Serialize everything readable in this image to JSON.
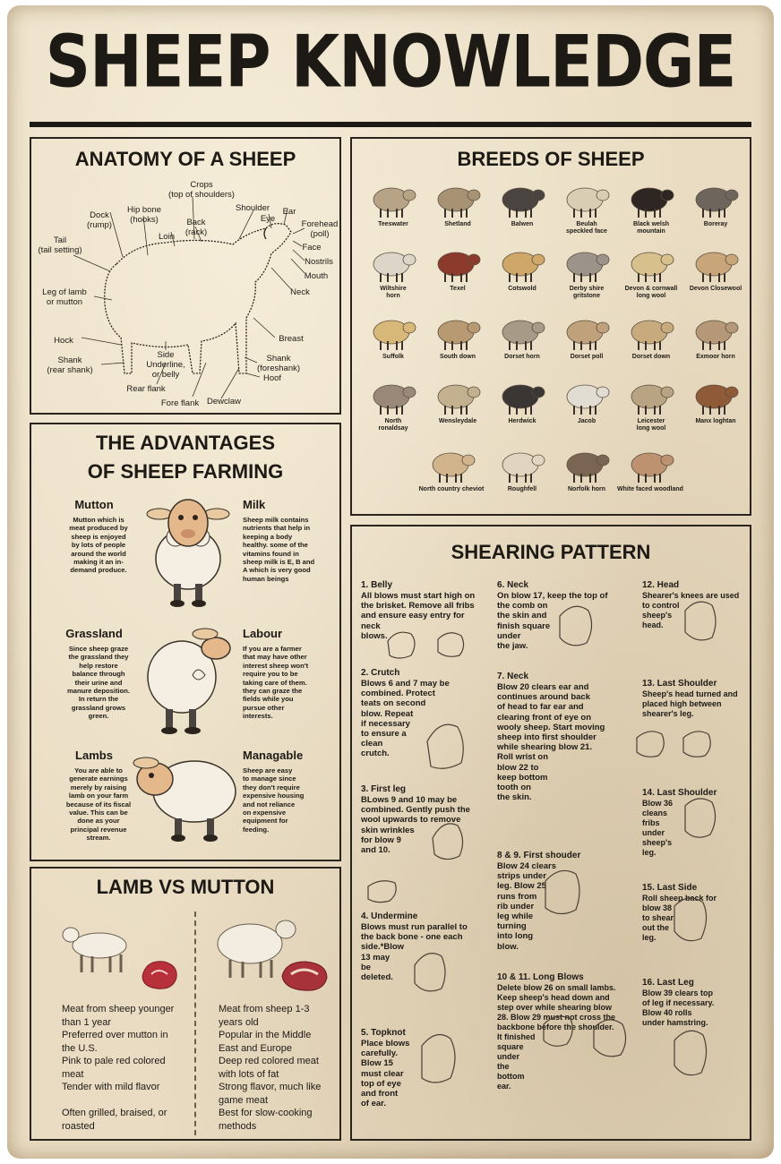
{
  "title": "SHEEP KNOWLEDGE",
  "anatomy": {
    "heading": "ANATOMY OF A SHEEP",
    "labels": {
      "crops": "Crops\n(top of shoulders)",
      "hipbone": "Hip bone\n(hooks)",
      "dock": "Dock\n(rump)",
      "shoulder": "Shoulder",
      "ear": "Ear",
      "eye": "Eye",
      "back": "Back\n(rack)",
      "loin": "Loin",
      "forehead": "Forehead\n(poll)",
      "tail": "Tail\n(tail setting)",
      "face": "Face",
      "nostrils": "Nostrils",
      "mouth": "Mouth",
      "neck": "Neck",
      "legoflamb": "Leg of lamb\nor mutton",
      "hock": "Hock",
      "breast": "Breast",
      "shank_rear": "Shank\n(rear shank)",
      "side": "Side\nUnderline,\nor belly",
      "shank_fore": "Shank\n(foreshank)",
      "hoof": "Hoof",
      "rearflank": "Rear flank",
      "foreflank": "Fore flank",
      "dewclaw": "Dewclaw"
    }
  },
  "breeds": {
    "heading": "BREEDS OF SHEEP",
    "items": [
      {
        "name": "Teeswater",
        "color": "#b7a486"
      },
      {
        "name": "Shetland",
        "color": "#a89274"
      },
      {
        "name": "Balwen",
        "color": "#4a4440"
      },
      {
        "name": "Beulah\nspeckled face",
        "color": "#d9cdb4"
      },
      {
        "name": "Black welsh\nmountain",
        "color": "#2e2622"
      },
      {
        "name": "Boreray",
        "color": "#6e655c"
      },
      {
        "name": "Wiltshire\nhorn",
        "color": "#ddd6c8"
      },
      {
        "name": "Texel",
        "color": "#8c3a2c"
      },
      {
        "name": "Cotswold",
        "color": "#cfa768"
      },
      {
        "name": "Derby shire\ngritstone",
        "color": "#9c948a"
      },
      {
        "name": "Devon & cornwall\nlong wool",
        "color": "#d7c08c"
      },
      {
        "name": "Devon Closewool",
        "color": "#c9a67a"
      },
      {
        "name": "Suffolk",
        "color": "#d8b878"
      },
      {
        "name": "South down",
        "color": "#b89a72"
      },
      {
        "name": "Dorset horn",
        "color": "#a79a86"
      },
      {
        "name": "Dorset poll",
        "color": "#bfa27c"
      },
      {
        "name": "Dorset down",
        "color": "#c8ab7c"
      },
      {
        "name": "Exmoor horn",
        "color": "#b59878"
      },
      {
        "name": "North\nronaldsay",
        "color": "#9a8878"
      },
      {
        "name": "Wensleydale",
        "color": "#c2b08e"
      },
      {
        "name": "Herdwick",
        "color": "#3a3634"
      },
      {
        "name": "Jacob",
        "color": "#e2ddd2"
      },
      {
        "name": "Leicester\nlong wool",
        "color": "#b8a482"
      },
      {
        "name": "Manx loghtan",
        "color": "#8e5a38"
      },
      {
        "name": "North country cheviot",
        "color": "#d2b48c"
      },
      {
        "name": "Roughfell",
        "color": "#e0d6c0"
      },
      {
        "name": "Norfolk horn",
        "color": "#7a6452"
      },
      {
        "name": "White faced woodland",
        "color": "#bd9270"
      }
    ]
  },
  "advantages": {
    "heading_1": "THE ADVANTAGES",
    "heading_2": "OF SHEEP FARMING",
    "items": {
      "mutton": {
        "title": "Mutton",
        "text": "Mutton which is\nmeat produced by\nsheep is enjoyed\nby lots of people\naround the world\nmaking it an in-\ndemand produce."
      },
      "milk": {
        "title": "Milk",
        "text": "Sheep milk contains\nnutrients that help in\nkeeping a body\nhealthy. some of the\nvitamins found in\nsheep milk is E, B and\nA which is very good\nhuman beings"
      },
      "grassland": {
        "title": "Grassland",
        "text": "Since sheep graze\nthe grassland they\nhelp restore\nbalance through\ntheir urine and\nmanure deposition.\nIn return the\ngrassland grows\ngreen."
      },
      "labour": {
        "title": "Labour",
        "text": "If you are a farmer\nthat may have other\ninterest sheep won't\nrequire you to be\ntaking care of them.\nthey can graze the\nfields while you\npursue other\ninterests."
      },
      "lambs": {
        "title": "Lambs",
        "text": "You are able to\ngenerate earnings\nmerely by raising\nlamb on your farm\nbecause of its fiscal\nvalue. This can be\ndone as your\nprincipal revenue\nstream."
      },
      "managable": {
        "title": "Managable",
        "text": "Sheep are easy\nto manage since\nthey don't require\nexpensive housing\nand not reliance\non expensive\nequipment for\nfeeding."
      }
    }
  },
  "lamb_vs_mutton": {
    "heading": "LAMB VS MUTTON",
    "lamb": [
      "Meat from sheep younger",
      "than 1 year",
      "Preferred over mutton in",
      "the U.S.",
      "Pink to pale red colored",
      "meat",
      "Tender with mild flavor",
      "",
      "Often grilled, braised, or",
      "roasted"
    ],
    "mutton": [
      "Meat from sheep 1-3",
      "years old",
      "Popular in the Middle",
      "East and Europe",
      "Deep red colored meat",
      "with lots of fat",
      "Strong flavor, much like",
      "game meat",
      "Best for slow-cooking",
      "methods"
    ]
  },
  "shearing": {
    "heading": "SHEARING PATTERN",
    "steps": {
      "s1": {
        "title": "1. Belly",
        "text": "All blows must start high on\nthe brisket. Remove all fribs\nand ensure easy entry for\nneck\nblows."
      },
      "s2": {
        "title": "2. Crutch",
        "text": "Blows 6 and 7 may be\ncombined. Protect\nteats on second\nblow. Repeat\nif necessary\nto ensure a\nclean\ncrutch."
      },
      "s3": {
        "title": "3. First leg",
        "text": "BLows 9 and 10 may be\ncombined. Gently push the\nwool upwards to remove\nskin wrinkles\nfor blow 9\nand 10."
      },
      "s4": {
        "title": "4. Undermine",
        "text": "Blows must run parallel to\nthe back bone - one each\nside.*Blow\n13 may\nbe\ndeleted."
      },
      "s5": {
        "title": "5. Topknot",
        "text": "Place blows\ncarefully.\nBlow 15\nmust clear\ntop of eye\nand front\nof ear."
      },
      "s6": {
        "title": "6. Neck",
        "text": "On blow 17, keep the top of\nthe comb on\nthe skin and\nfinish square\nunder\nthe jaw."
      },
      "s7": {
        "title": "7. Neck",
        "text": "Blow 20 clears ear and\ncontinues around back\nof head to far ear and\nclearing front of eye on\nwooly sheep. Start moving\nsheep into first shoulder\nwhile shearing blow 21.\nRoll wrist on\nblow 22 to\nkeep bottom\ntooth on\nthe skin."
      },
      "s8": {
        "title": "8 & 9. First shouder",
        "text": "Blow 24 clears\nstrips under\nleg. Blow 25\nruns from\nrib under\nleg while\nturning\ninto long\nblow."
      },
      "s10": {
        "title": "10 & 11. Long Blows",
        "text": "Delete blow 26 on small lambs.\nKeep sheep's head down and\nstep over while shearing blow\n28. Blow 29 must not cross the\nbackbone before the shoulder.\nIt finished\nsquare\nunder\nthe\nbottom\near."
      },
      "s12": {
        "title": "12. Head",
        "text": "Shearer's knees are used\nto control\nsheep's\nhead."
      },
      "s13": {
        "title": "13. Last Shoulder",
        "text": "Sheep's head turned and\nplaced high between\nshearer's leg."
      },
      "s14": {
        "title": "14. Last Shoulder",
        "text": "Blow 36\ncleans\nfribs\nunder\nsheep's\nleg."
      },
      "s15": {
        "title": "15. Last Side",
        "text": "Roll sheep back for\nblow 38\nto shear\nout the\nleg."
      },
      "s16": {
        "title": "16. Last Leg",
        "text": "Blow 39 clears top\nof leg if necessary.\nBlow 40 rolls\nunder hamstring."
      }
    }
  }
}
